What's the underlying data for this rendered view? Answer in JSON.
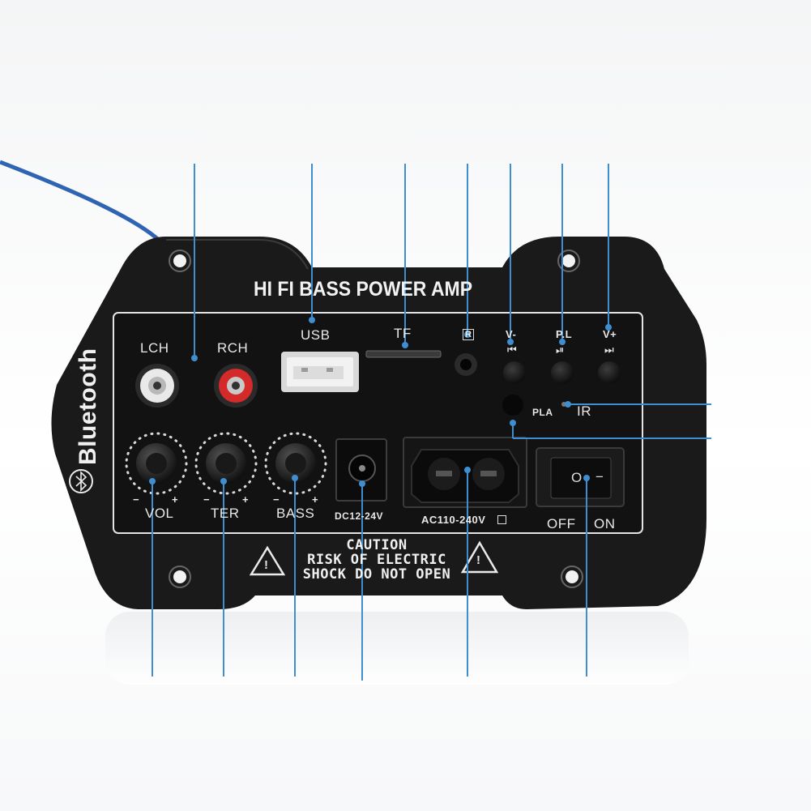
{
  "panel": {
    "title": "HI FI BASS POWER AMP",
    "brand": "Bluetooth",
    "inputs": {
      "lch": "LCH",
      "rch": "RCH",
      "usb": "USB",
      "tf": "TF",
      "ir_symbol": "R"
    },
    "buttons": {
      "prev": {
        "label": "V-",
        "symbol": "⏮"
      },
      "play": {
        "label": "P.L",
        "symbol": "⏯"
      },
      "next": {
        "label": "V+",
        "symbol": "⏭"
      }
    },
    "ir": {
      "play_label": "PLA",
      "ir_label": "IR"
    },
    "knobs": [
      {
        "label": "VOL",
        "minus": "−",
        "plus": "+"
      },
      {
        "label": "TER",
        "minus": "−",
        "plus": "+"
      },
      {
        "label": "BASS",
        "minus": "−",
        "plus": "+"
      }
    ],
    "power": {
      "dc": "DC12-24V",
      "ac": "AC110-240V"
    },
    "switch": {
      "off": "OFF",
      "on": "ON",
      "o_mark": "O",
      "i_mark": "−"
    },
    "caution": {
      "line1": "CAUTION",
      "line2": "RISK OF ELECTRIC",
      "line3": "SHOCK DO NOT OPEN"
    },
    "warning_symbol": "!"
  },
  "colors": {
    "panel": "#1a1a1a",
    "plate": "#121212",
    "callout_line": "#3f8fd0",
    "wire": "#2f63b4",
    "rca_red": "#d42a2a",
    "rca_white": "#e9e9e9"
  }
}
